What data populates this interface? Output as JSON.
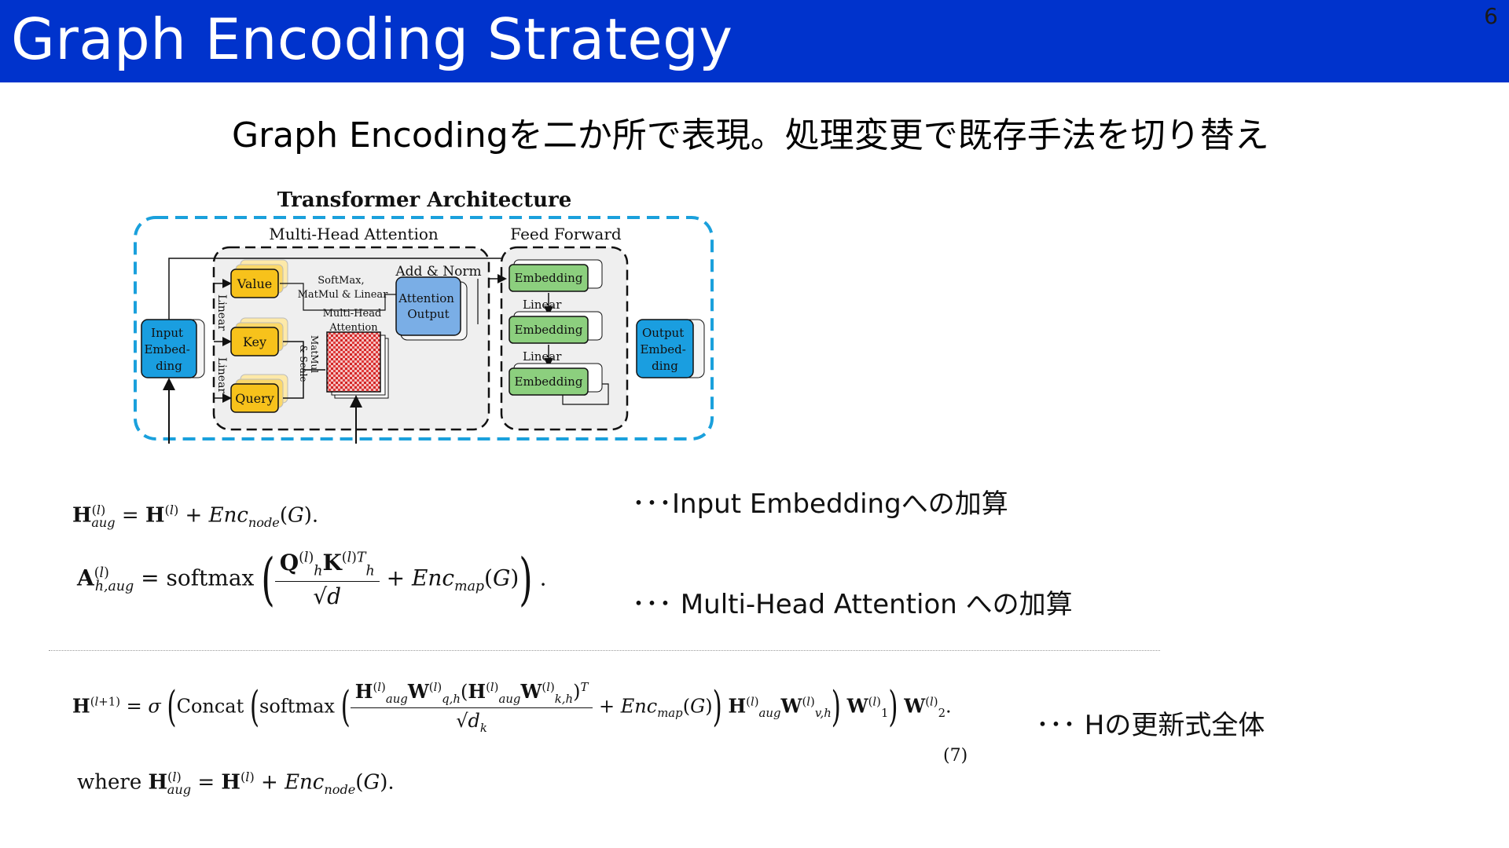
{
  "slide": {
    "title": "Graph Encoding Strategy",
    "page_number": "6",
    "subtitle": "Graph Encodingを二か所で表現。処理変更で既存手法を切り替え"
  },
  "diagram": {
    "title": "Transformer Architecture",
    "mha_label": "Multi-Head Attention",
    "ff_label": "Feed Forward",
    "input_embedding": [
      "Input",
      "Embed-",
      "ding"
    ],
    "output_embedding": [
      "Output",
      "Embed-",
      "ding"
    ],
    "value": "Value",
    "key": "Key",
    "query": "Query",
    "linear": "Linear",
    "softmax_lines": [
      "SoftMax,",
      "MatMul & Linear"
    ],
    "mha_inner": [
      "Multi-Head",
      "Attention"
    ],
    "matmul_scale": [
      "MatMul",
      "& Scale"
    ],
    "add_norm": "Add & Norm",
    "attention_output": [
      "Attention",
      "Output"
    ],
    "embedding": "Embedding",
    "colors": {
      "dashed_outer": "#1aa0dc",
      "input_box": "#1a9ee0",
      "yellow_box": "#f7c21b",
      "green_box": "#8ccf7e",
      "attn_box": "#7aaee6",
      "heatmap": "#e23b3b"
    }
  },
  "notes": {
    "n1": "･･･Input Embeddingへの加算",
    "n2": "･･･ Multi-Head Attention への加算",
    "n3": "･･･ Hの更新式全体"
  },
  "equations": {
    "eq_number": "(7)",
    "where": "where"
  }
}
